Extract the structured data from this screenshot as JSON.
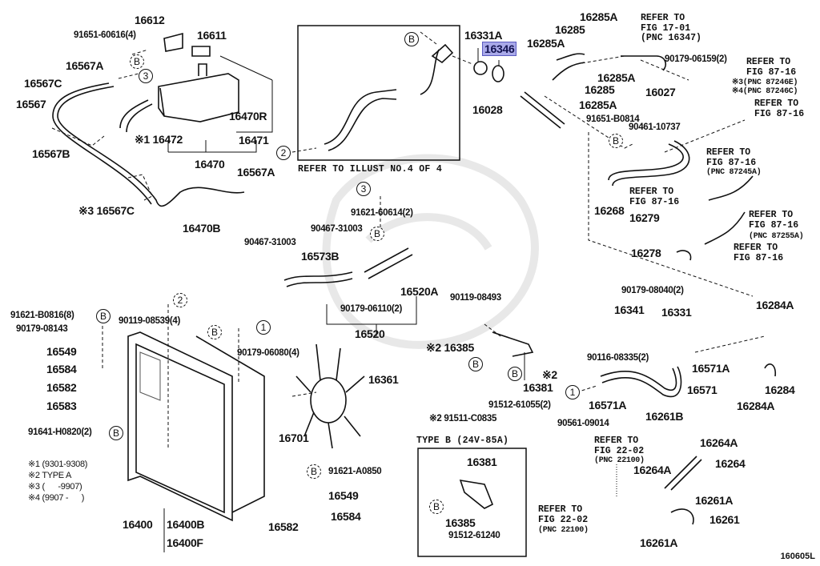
{
  "diagram": {
    "code": "160605L",
    "highlighted_part": "16346",
    "highlight_color": "#a9a9e9",
    "inset_caption_upper": "REFER TO ILLUST NO.4 OF 4",
    "inset_caption_lower": "TYPE B (24V-85A)",
    "callout_markers": {
      "B": "B",
      "one": "1",
      "two": "2",
      "three": "3"
    },
    "notes": [
      {
        "mark": "※1",
        "text": "(9301-9308)"
      },
      {
        "mark": "※2",
        "text": "TYPE A"
      },
      {
        "mark": "※3",
        "text": "(      -9907)"
      },
      {
        "mark": "※4",
        "text": "(9907 -      )"
      }
    ],
    "labels": {
      "p16612": "16612",
      "p91651_60616": "91651-60616(4)",
      "p16611": "16611",
      "p16567A_top": "16567A",
      "p16567C_top": "16567C",
      "p16567": "16567",
      "p16567B": "16567B",
      "p16470R": "16470R",
      "p16472": "※1 16472",
      "p16471": "16471",
      "p16470": "16470",
      "p16567A_bot": "16567A",
      "p16567C_bot": "※3 16567C",
      "p16470B": "16470B",
      "p16331A": "16331A",
      "p16346": "16346",
      "p16028": "16028",
      "p16285A_1": "16285A",
      "p16285_1": "16285",
      "p16285A_2": "16285A",
      "p16285A_3": "16285A",
      "p16285_2": "16285",
      "p16285A_4": "16285A",
      "p16027": "16027",
      "p90179_06159": "90179-06159(2)",
      "p91651_B0814": "91651-B0814",
      "p90461_10737": "90461-10737",
      "p16268": "16268",
      "p16279": "16279",
      "p16278": "16278",
      "p91621_60614": "91621-60614(2)",
      "p90467_31003_a": "90467-31003",
      "p90467_31003_b": "90467-31003",
      "p16573B": "16573B",
      "p16520A": "16520A",
      "p90179_06110": "90179-06110(2)",
      "p16520": "16520",
      "p91621_B0816": "91621-B0816(8)",
      "p90179_08143": "90179-08143",
      "p16549_l": "16549",
      "p16584_l": "16584",
      "p16582_l": "16582",
      "p16583": "16583",
      "p91641_H0820": "91641-H0820(2)",
      "p90119_08539": "90119-08539(4)",
      "p90179_06080": "90179-06080(4)",
      "p16361": "16361",
      "p16701": "16701",
      "p16400": "16400",
      "p16400B": "16400B",
      "p16400F": "16400F",
      "p91621_A0850": "91621-A0850",
      "p16549_r": "16549",
      "p16584_r": "16584",
      "p16582_r": "16582",
      "p90119_08493": "90119-08493",
      "p16385": "※2 16385",
      "p16381": "16381",
      "p16381_mark": "※2",
      "p91512_61055": "91512-61055(2)",
      "p91511_C0835": "※2 91511-C0835",
      "p16381_b": "16381",
      "p16385_b": "16385",
      "p91512_61240": "91512-61240",
      "p90179_08040": "90179-08040(2)",
      "p16341": "16341",
      "p16331": "16331",
      "p90116_08335": "90116-08335(2)",
      "p16571A_1": "16571A",
      "p16571A_2": "16571A",
      "p16571": "16571",
      "p16284A_1": "16284A",
      "p16284": "16284",
      "p16284A_2": "16284A",
      "p90561_09014": "90561-09014",
      "p16261B": "16261B",
      "p16264A_1": "16264A",
      "p16264": "16264",
      "p16264A_2": "16264A",
      "p16261A_1": "16261A",
      "p16261": "16261",
      "p16261A_2": "16261A"
    },
    "references": {
      "fig1701": "REFER TO\nFIG 17-01\n(PNC 16347)",
      "fig8716_a": "REFER TO\nFIG 87-16",
      "fig8716_a_pnc": "※3(PNC 87246E)\n※4(PNC 87246C)",
      "fig8716_b": "REFER TO\nFIG 87-16",
      "fig8716_c": "REFER TO\nFIG 87-16",
      "fig8716_c_pnc": "(PNC 87245A)",
      "fig8716_d": "REFER TO\nFIG 87-16",
      "fig8716_e": "REFER TO\nFIG 87-16",
      "fig8716_e_pnc": "(PNC 87255A)",
      "fig8716_f": "REFER TO\nFIG 87-16",
      "fig2202_a": "REFER TO\nFIG 22-02",
      "fig2202_a_pnc": "(PNC 22100)",
      "fig2202_b": "REFER TO\nFIG 22-02",
      "fig2202_b_pnc": "(PNC 22100)"
    }
  }
}
